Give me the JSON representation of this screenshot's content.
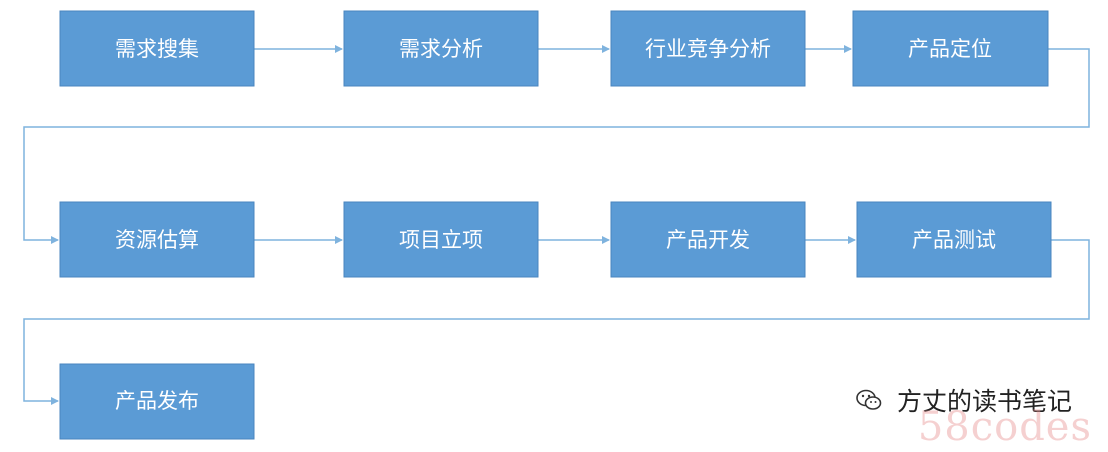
{
  "steps": [
    {
      "label": "需求搜集"
    },
    {
      "label": "需求分析"
    },
    {
      "label": "行业竞争分析"
    },
    {
      "label": "产品定位"
    },
    {
      "label": "资源估算"
    },
    {
      "label": "项目立项"
    },
    {
      "label": "产品开发"
    },
    {
      "label": "产品测试"
    },
    {
      "label": "产品发布"
    }
  ],
  "watermark": {
    "account": "方丈的读书笔记",
    "site": "58codes",
    "logo_icon": "wechat-icon"
  },
  "colors": {
    "box_fill": "#5b9bd5",
    "box_text": "#ffffff",
    "connector": "#7fb3de"
  }
}
